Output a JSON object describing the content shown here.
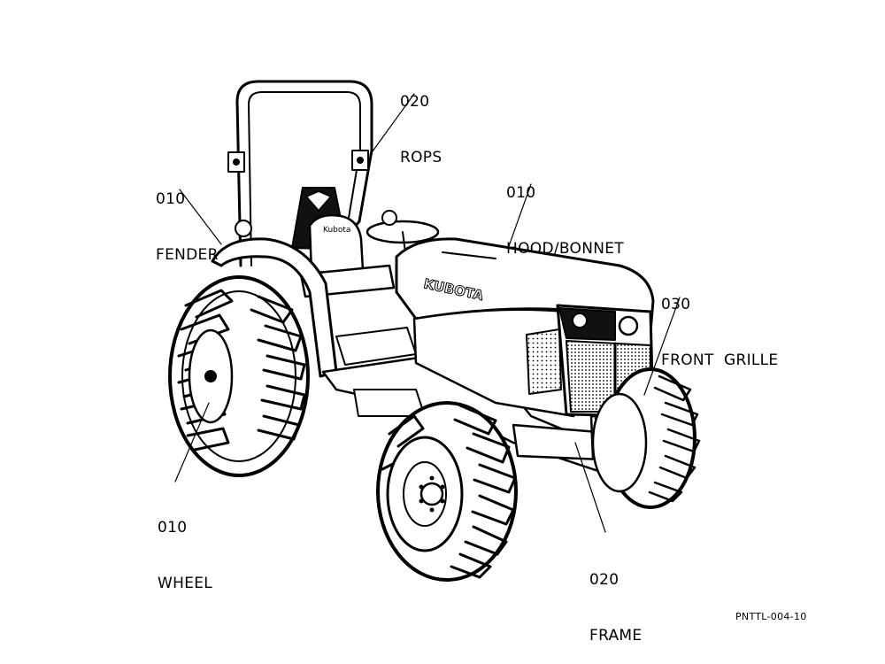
{
  "callouts": {
    "rops": {
      "number": "020",
      "name": "ROPS"
    },
    "fender": {
      "number": "010",
      "name": "FENDER"
    },
    "hood": {
      "number": "010",
      "name": "HOOD/BONNET"
    },
    "grille": {
      "number": "030",
      "name": "FRONT  GRILLE"
    },
    "wheel": {
      "number": "010",
      "name": "WHEEL"
    },
    "frame": {
      "number": "020",
      "name": "FRAME"
    }
  },
  "hood_brand": "KUBOTA",
  "document_code": "PNTTL-004-10",
  "colors": {
    "ink": "#000000",
    "paper": "#ffffff"
  }
}
